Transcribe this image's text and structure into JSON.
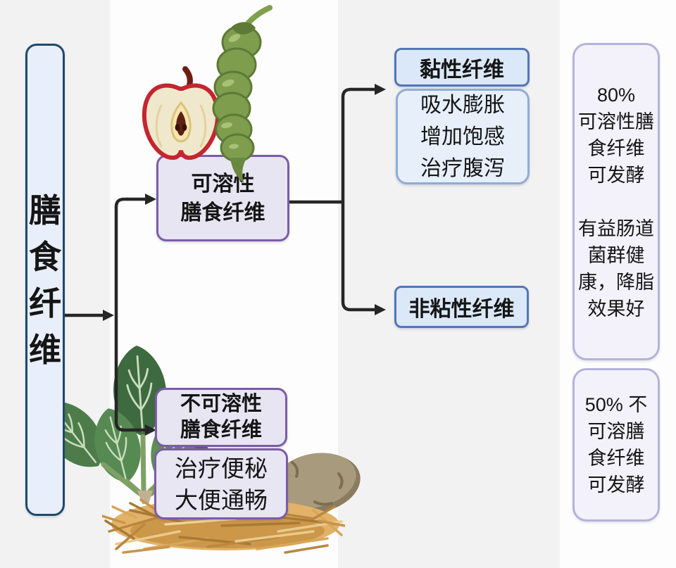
{
  "title": "膳食纤维分类示意图",
  "colors": {
    "background": "#f2f2f2",
    "band": "#fdfdfd",
    "root_fill": "#e9eefb",
    "root_border": "#1d4a6b",
    "purple_fill": "#e8e5f2",
    "purple_border": "#7b5ca6",
    "blue_fill": "#dbe8f8",
    "blue_border": "#5276b8",
    "lightblue_fill": "#e7effb",
    "lightblue_border": "#8fadd6",
    "note_fill": "#f3f2fb",
    "note_border": "#b5b2da",
    "arrow": "#262626"
  },
  "nodes": {
    "root": {
      "label": "膳\n食\n纤\n维"
    },
    "soluble": {
      "label": "可溶性\n膳食纤维"
    },
    "insoluble": {
      "label": "不可溶性\n膳食纤维"
    },
    "insoluble_effect": {
      "label": "治疗便秘\n大便通畅"
    },
    "viscous": {
      "label": "黏性纤维"
    },
    "viscous_effect": {
      "label": "吸水膨胀\n增加饱感\n治疗腹泻"
    },
    "non_viscous": {
      "label": "非粘性纤维"
    }
  },
  "notes": {
    "soluble_fermentation": {
      "text": "80%\n可溶性膳\n食纤维\n可发酵\n\n有益肠道\n菌群健\n康，降脂\n效果好"
    },
    "insoluble_fermentation": {
      "text": "50% 不\n可溶膳\n食纤维\n可发酵"
    }
  },
  "illustrations": {
    "apple": "apple-half-icon",
    "pea_pod": "pea-pod-icon",
    "spinach": "spinach-icon",
    "potato": "potato-icon",
    "straw": "straw-pile-icon"
  }
}
